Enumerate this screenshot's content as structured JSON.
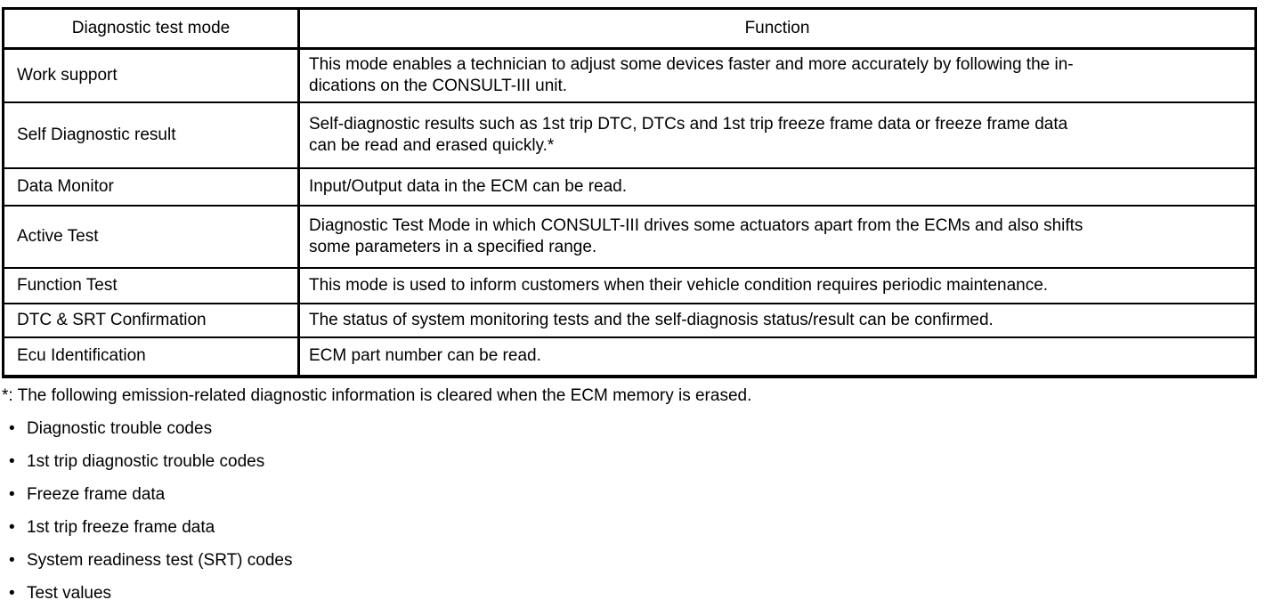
{
  "table": {
    "header": {
      "col1": "Diagnostic test mode",
      "col2": "Function"
    },
    "rows": [
      {
        "mode": "Work support",
        "function": "This mode enables a technician to adjust some devices faster and more accurately by following the in-\ndications on the CONSULT-III unit."
      },
      {
        "mode": "Self Diagnostic result",
        "function": "Self-diagnostic results such as 1st trip DTC, DTCs and 1st trip freeze frame data or freeze frame data\ncan be read and erased quickly.*"
      },
      {
        "mode": "Data Monitor",
        "function": "Input/Output data in the ECM can be read."
      },
      {
        "mode": "Active Test",
        "function": "Diagnostic Test Mode in which CONSULT-III drives some actuators apart from the ECMs and also shifts\nsome parameters in a specified range."
      },
      {
        "mode": "Function Test",
        "function": "This mode is used to inform customers when their vehicle condition requires periodic maintenance."
      },
      {
        "mode": "DTC & SRT Confirmation",
        "function": "The status of system monitoring tests and the self-diagnosis status/result can be confirmed."
      },
      {
        "mode": "Ecu Identification",
        "function": "ECM part number can be read."
      }
    ]
  },
  "footnote": "*: The following emission-related diagnostic information is cleared when the ECM memory is erased.",
  "bullets": [
    "Diagnostic trouble codes",
    "1st trip diagnostic trouble codes",
    "Freeze frame data",
    "1st trip freeze frame data",
    "System readiness test (SRT) codes",
    "Test values"
  ],
  "icons": {
    "bullet": "•"
  },
  "colors": {
    "text": "#000000",
    "background": "#ffffff",
    "border": "#000000"
  }
}
